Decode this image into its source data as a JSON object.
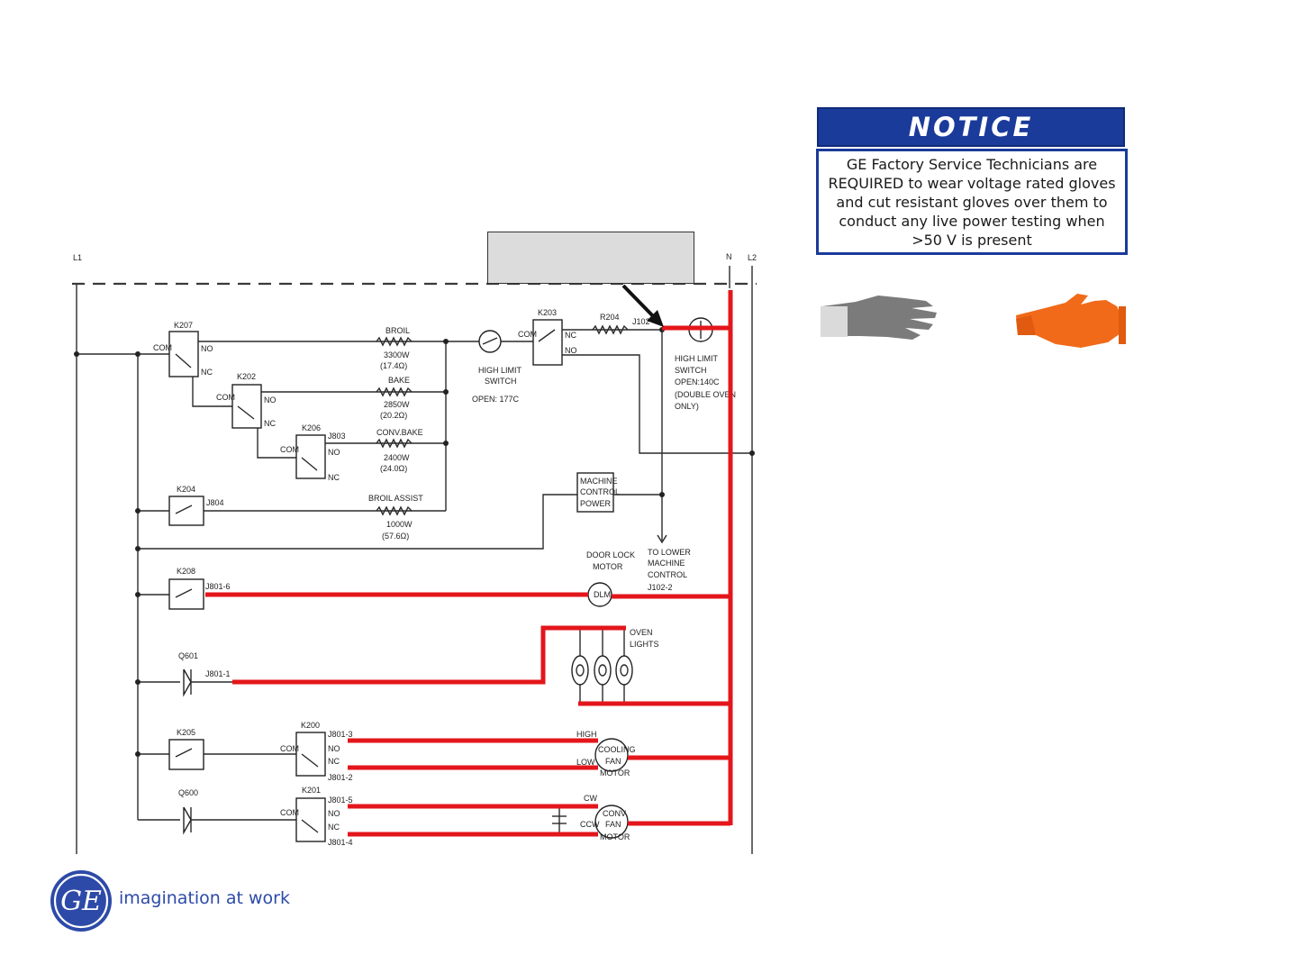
{
  "notice": {
    "title": "NOTICE",
    "message": "GE Factory Service Technicians are REQUIRED to wear voltage rated gloves and cut resistant gloves over them to conduct any live power testing when >50 V is present"
  },
  "branding": {
    "tagline": "imagination at work",
    "logo_icon": "ge-monogram-icon"
  },
  "gloves": [
    "cut-resistant-glove-icon",
    "voltage-rated-glove-icon"
  ],
  "colors": {
    "live_wire": "#e3161b",
    "notice_blue": "#1b3b9a",
    "brand_blue": "#2d4aa8"
  },
  "schematic": {
    "rails": {
      "l1": "L1",
      "n": "N",
      "l2": "L2"
    },
    "relays": {
      "k207": "K207",
      "k202": "K202",
      "k206": "K206",
      "k203": "K203",
      "k204": "K204",
      "k208": "K208",
      "k205": "K205",
      "k200": "K200",
      "k201": "K201"
    },
    "contacts": {
      "com": "COM",
      "no": "NO",
      "nc": "NC"
    },
    "triacs": {
      "q601": "Q601",
      "q600": "Q600"
    },
    "connectors": {
      "j803": "J803",
      "j804": "J804",
      "j102": "J102",
      "j801_6": "J801-6",
      "j801_1": "J801-1",
      "j801_3": "J801-3",
      "j801_2": "J801-2",
      "j801_5": "J801-5",
      "j801_4": "J801-4"
    },
    "elements": {
      "broil": {
        "name": "BROIL",
        "watts": "3300W",
        "ohms": "(17.4Ω)"
      },
      "bake": {
        "name": "BAKE",
        "watts": "2850W",
        "ohms": "(20.2Ω)"
      },
      "conv_bake": {
        "name": "CONV.BAKE",
        "watts": "2400W",
        "ohms": "(24.0Ω)"
      },
      "broil_assist": {
        "name": "BROIL ASSIST",
        "watts": "1000W",
        "ohms": "(57.6Ω)"
      }
    },
    "r204": "R204",
    "high_limit_1": {
      "line1": "HIGH LIMIT",
      "line2": "SWITCH",
      "open": "OPEN: 177C"
    },
    "high_limit_2": {
      "line1": "HIGH LIMIT",
      "line2": "SWITCH",
      "line3": "OPEN:140C",
      "line4": "(DOUBLE OVEN",
      "line5": "ONLY)"
    },
    "machine_control": {
      "line1": "MACHINE",
      "line2": "CONTROL",
      "line3": "POWER"
    },
    "lower_control": {
      "line1": "TO LOWER",
      "line2": "MACHINE",
      "line3": "CONTROL",
      "line4": "J102-2"
    },
    "door_lock": {
      "line1": "DOOR LOCK",
      "line2": "MOTOR",
      "symbol": "DLM"
    },
    "oven_lights": {
      "line1": "OVEN",
      "line2": "LIGHTS"
    },
    "cooling_fan": {
      "line1": "COOLING",
      "line2": "FAN",
      "line3": "MOTOR",
      "high": "HIGH",
      "low": "LOW"
    },
    "conv_fan": {
      "line1": "CONV",
      "line2": "FAN",
      "line3": "MOTOR",
      "cw": "CW",
      "ccw": "CCW"
    }
  }
}
